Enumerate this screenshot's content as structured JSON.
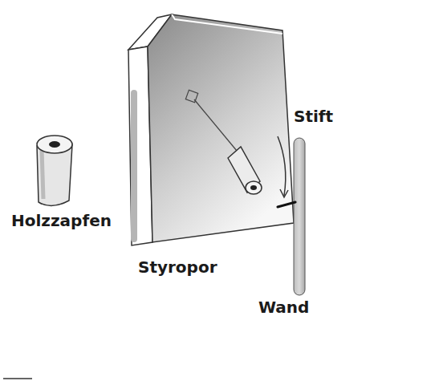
{
  "diagram": {
    "labels": [
      "Holzzapfen",
      "Styropor",
      "Stift",
      "Wand"
    ]
  }
}
